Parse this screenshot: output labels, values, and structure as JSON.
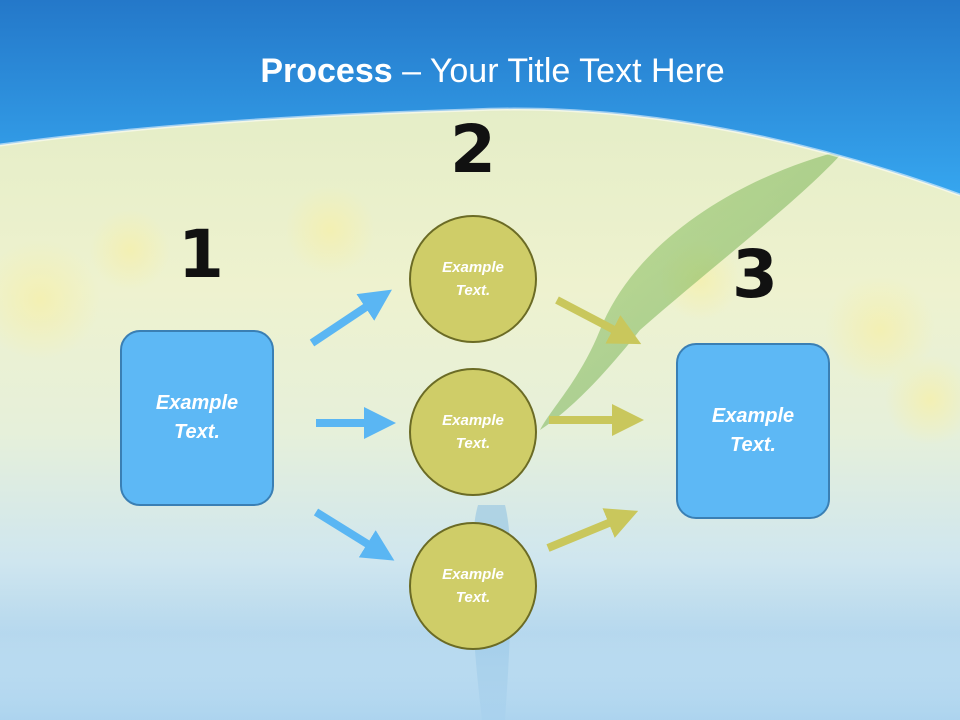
{
  "title": {
    "bold": "Process",
    "rest": " – Your Title Text Here"
  },
  "steps": {
    "step1": "1",
    "step2": "2",
    "step3": "3"
  },
  "boxes": {
    "left": "Example Text.",
    "right": "Example Text."
  },
  "circles": {
    "top": "Example Text.",
    "middle": "Example Text.",
    "bottom": "Example Text."
  },
  "colors": {
    "header_blue": "#2b97e4",
    "box_blue": "#5db8f5",
    "circle_olive": "#cfcd68",
    "arrow_blue": "#5ab6f3",
    "arrow_olive": "#c9c75c"
  }
}
